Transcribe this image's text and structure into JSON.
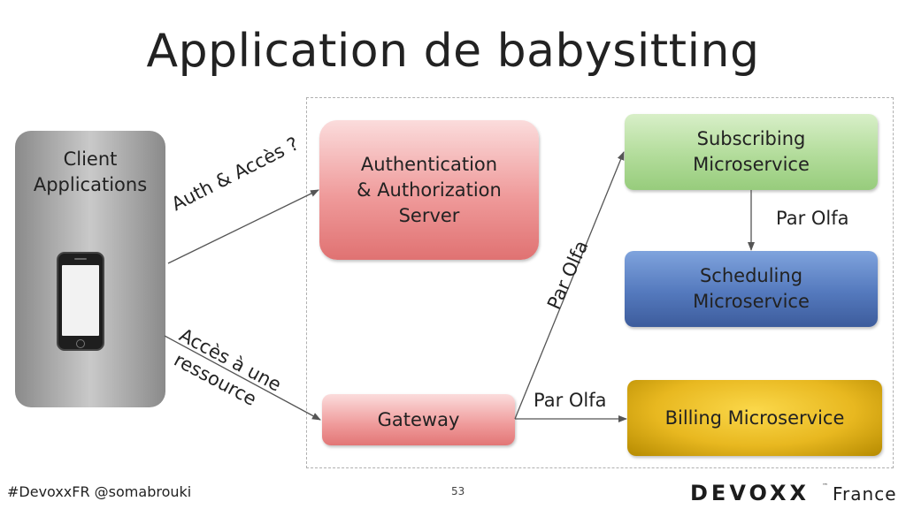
{
  "slide": {
    "title": "Application de babysitting",
    "footer_handle": "#DevoxxFR @somabrouki",
    "page_number": "53",
    "logo_text": "DEVOXX",
    "logo_tm": "™",
    "logo_country": "France"
  },
  "nodes": {
    "client": "Client Applications",
    "auth": "Authentication & Authorization Server",
    "gateway": "Gateway",
    "subscribing": "Subscribing Microservice",
    "scheduling": "Scheduling Microservice",
    "billing": "Billing Microservice"
  },
  "edges": {
    "client_to_auth": "Auth & Accès ?",
    "client_to_gateway_line1": "Accès à une",
    "client_to_gateway_line2": "ressource",
    "gateway_to_subscribing": "Par Olfa",
    "gateway_to_billing": "Par Olfa",
    "subscribing_to_scheduling": "Par Olfa"
  }
}
